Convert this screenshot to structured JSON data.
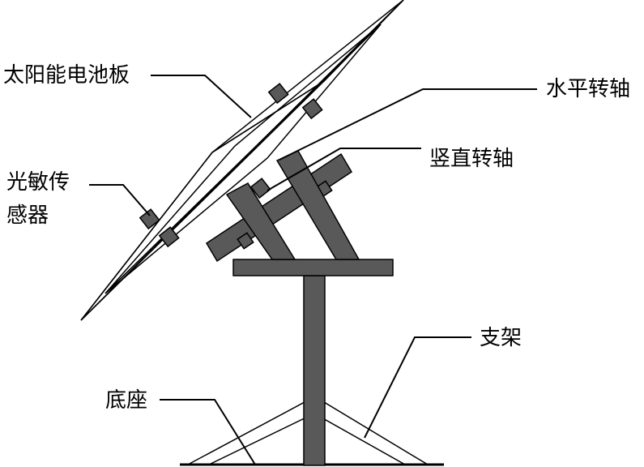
{
  "labels": {
    "solar_panel": "太阳能电池板",
    "horizontal_axis": "水平转轴",
    "vertical_axis": "竖直转轴",
    "photo_sensor_line1": "光敏传",
    "photo_sensor_line2": "感器",
    "bracket": "支架",
    "base": "底座"
  },
  "colors": {
    "part_fill": "#595959",
    "outline": "#000000",
    "background": "#ffffff"
  }
}
